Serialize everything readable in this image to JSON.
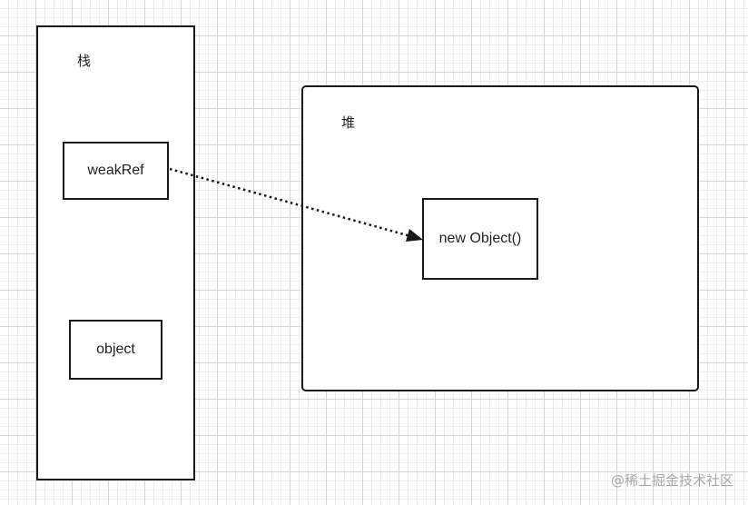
{
  "diagram": {
    "stack": {
      "label": "栈",
      "items": {
        "weak_ref": "weakRef",
        "object": "object"
      }
    },
    "heap": {
      "label": "堆",
      "items": {
        "new_object": "new Object()"
      }
    },
    "reference": {
      "from": "weakRef",
      "to": "new Object()",
      "line_style": "dotted"
    },
    "colors": {
      "stroke": "#1a1a1a",
      "grid": "#d7d7d7",
      "watermark": "#a8a8a8"
    }
  },
  "watermark": {
    "text": "@稀土掘金技术社区"
  }
}
